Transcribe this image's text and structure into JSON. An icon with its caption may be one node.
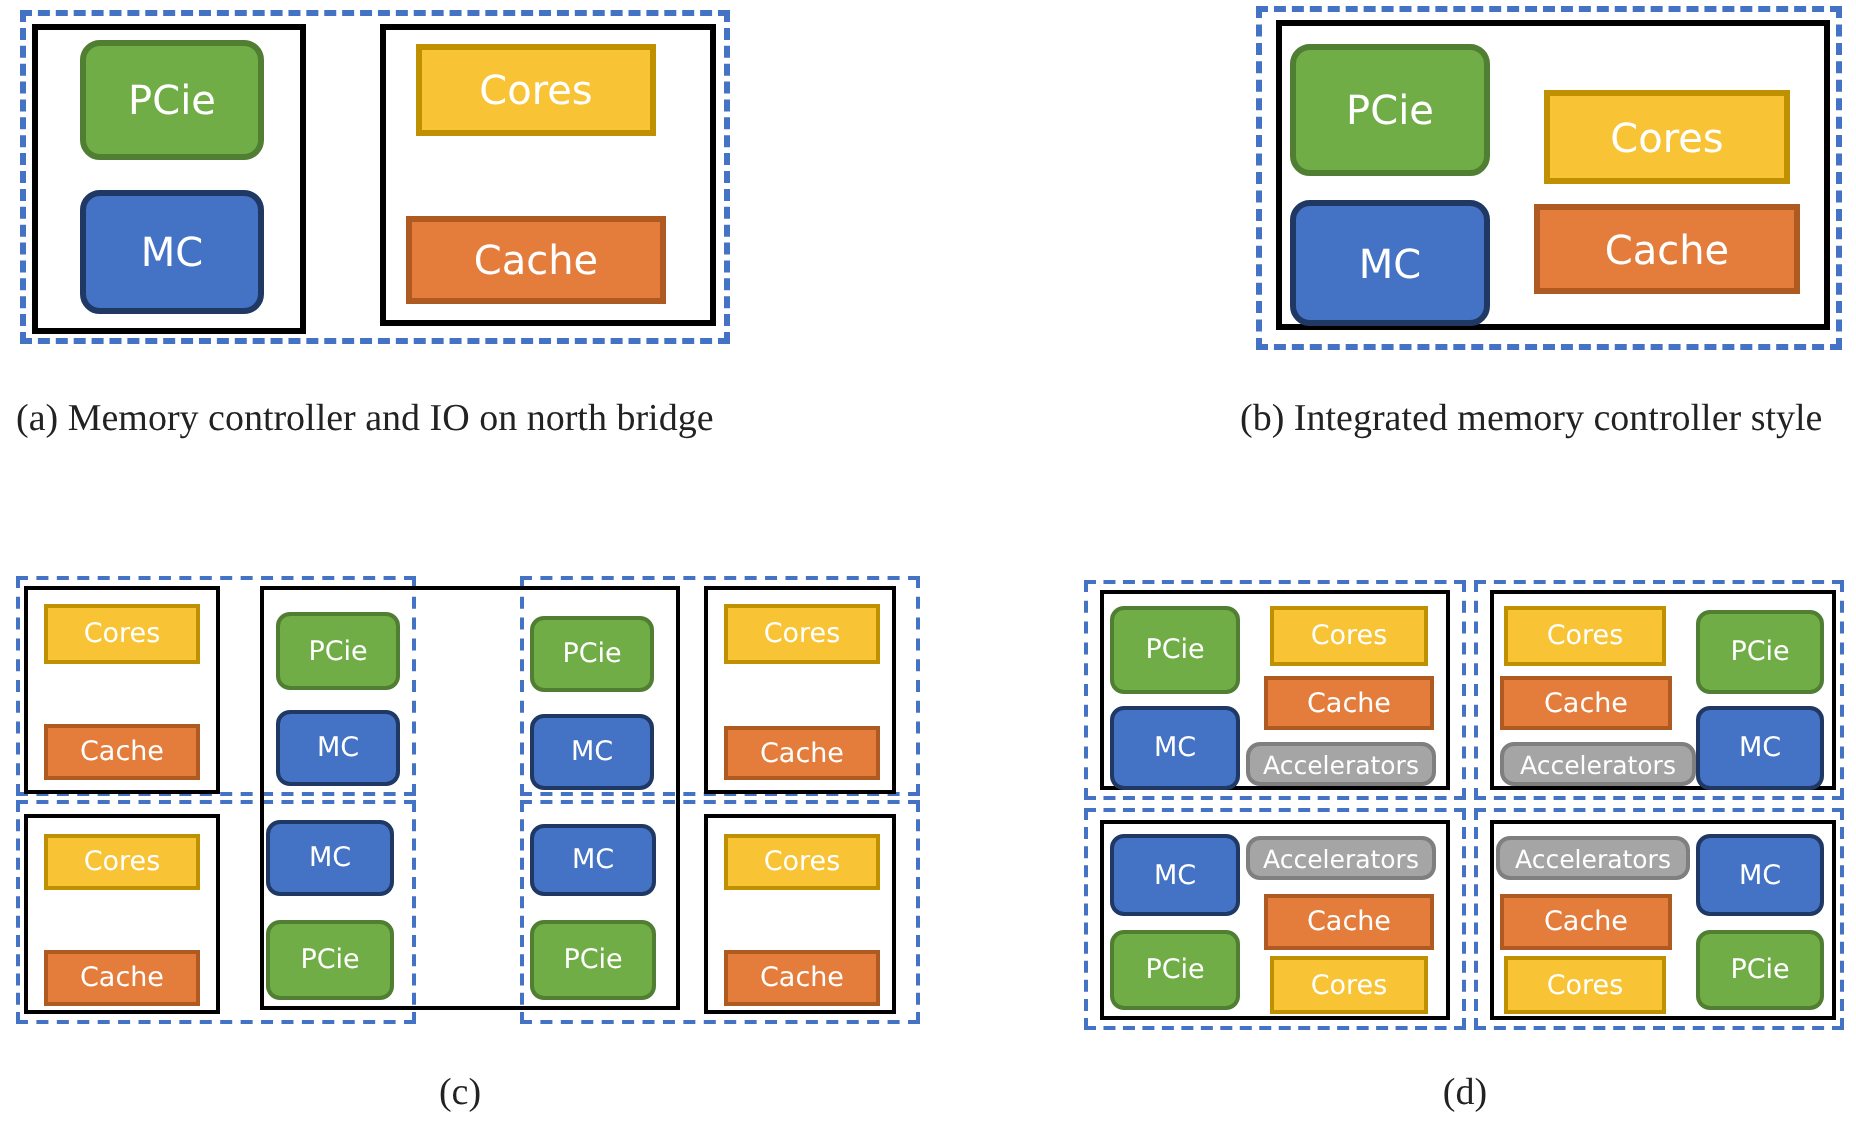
{
  "diagram": {
    "nodes": [
      {
        "text": [],
        "shape": "box"
      },
      {
        "text": [],
        "shape": "box",
        "in": 0
      },
      {
        "text": [
          "PCie"
        ],
        "in": 1
      },
      {
        "text": [
          "MC"
        ],
        "in": 1
      },
      {
        "text": [],
        "shape": "box",
        "in": 0
      },
      {
        "text": [
          "Cores"
        ],
        "in": 4
      },
      {
        "text": [
          "Cache"
        ],
        "in": 4
      },
      {
        "text": [],
        "shape": "box"
      },
      {
        "text": [],
        "shape": "box",
        "in": 7
      },
      {
        "text": [
          "PCie"
        ],
        "in": 8
      },
      {
        "text": [
          "MC"
        ],
        "in": 8
      },
      {
        "text": [
          "Cores"
        ],
        "in": 8
      },
      {
        "text": [
          "Cache"
        ],
        "in": 8
      },
      {
        "text": [],
        "shape": "box"
      },
      {
        "text": [],
        "shape": "box"
      },
      {
        "text": [],
        "shape": "box"
      },
      {
        "text": [],
        "shape": "box"
      },
      {
        "text": [],
        "shape": "box",
        "in": 13
      },
      {
        "text": [
          "Cores"
        ],
        "in": 17
      },
      {
        "text": [
          "Cache"
        ],
        "in": 17
      },
      {
        "text": [],
        "shape": "box"
      },
      {
        "text": [
          "PCie"
        ]
      },
      {
        "text": [
          "MC"
        ]
      },
      {
        "text": [
          "MC"
        ]
      },
      {
        "text": [
          "PCie"
        ]
      },
      {
        "text": [
          "PCie"
        ]
      },
      {
        "text": [
          "MC"
        ]
      },
      {
        "text": [
          "MC"
        ]
      },
      {
        "text": [
          "PCie"
        ]
      },
      {
        "text": [],
        "shape": "box",
        "in": 15
      },
      {
        "text": [
          "Cores"
        ],
        "in": 29
      },
      {
        "text": [
          "Cache"
        ],
        "in": 29
      },
      {
        "text": [],
        "shape": "box",
        "in": 14
      },
      {
        "text": [
          "Cores"
        ],
        "in": 32
      },
      {
        "text": [
          "Cache"
        ],
        "in": 32
      },
      {
        "text": [],
        "shape": "box",
        "in": 16
      },
      {
        "text": [
          "Cores"
        ],
        "in": 35
      },
      {
        "text": [
          "Cache"
        ],
        "in": 35
      },
      {
        "text": [],
        "shape": "box"
      },
      {
        "text": [],
        "shape": "box",
        "in": 38
      },
      {
        "text": [
          "PCie"
        ],
        "in": 39
      },
      {
        "text": [
          "MC"
        ],
        "in": 39
      },
      {
        "text": [
          "Cores"
        ],
        "in": 39
      },
      {
        "text": [
          "Cache"
        ],
        "in": 39
      },
      {
        "text": [
          "Accelerators"
        ],
        "in": 39
      },
      {
        "text": [],
        "shape": "box"
      },
      {
        "text": [],
        "shape": "box",
        "in": 45
      },
      {
        "text": [
          "Cores"
        ],
        "in": 46
      },
      {
        "text": [
          "Cache"
        ],
        "in": 46
      },
      {
        "text": [
          "Accelerators"
        ],
        "in": 46
      },
      {
        "text": [
          "PCie"
        ],
        "in": 46
      },
      {
        "text": [
          "MC"
        ],
        "in": 46
      },
      {
        "text": [],
        "shape": "box"
      },
      {
        "text": [],
        "shape": "box",
        "in": 52
      },
      {
        "text": [
          "MC"
        ],
        "in": 53
      },
      {
        "text": [
          "PCie"
        ],
        "in": 53
      },
      {
        "text": [
          "Accelerators"
        ],
        "in": 53
      },
      {
        "text": [
          "Cache"
        ],
        "in": 53
      },
      {
        "text": [
          "Cores"
        ],
        "in": 53
      },
      {
        "text": [],
        "shape": "box"
      },
      {
        "text": [],
        "shape": "box",
        "in": 59
      },
      {
        "text": [
          "Accelerators"
        ],
        "in": 60
      },
      {
        "text": [
          "Cache"
        ],
        "in": 60
      },
      {
        "text": [
          "Cores"
        ],
        "in": 60
      },
      {
        "text": [
          "MC"
        ],
        "in": 60
      },
      {
        "text": [
          "PCie"
        ],
        "in": 60
      }
    ],
    "edges": [],
    "labels": [
      "(a) Memory controller and IO on north bridge",
      "(b) Integrated memory controller style",
      "(c)",
      "(d)"
    ]
  }
}
